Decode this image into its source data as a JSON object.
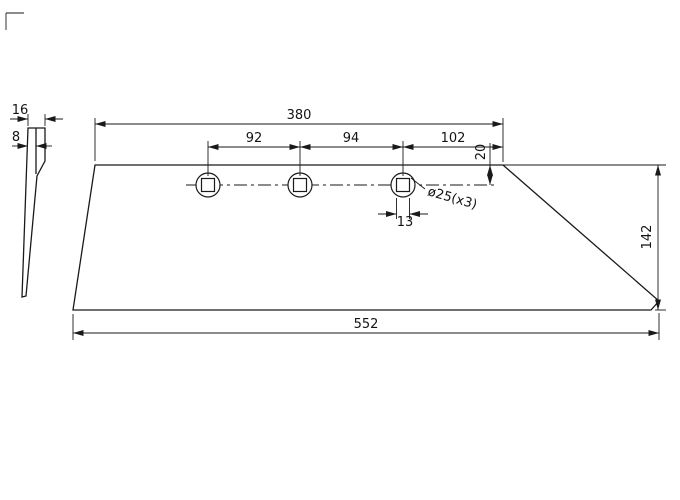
{
  "drawing": {
    "dims": {
      "d380": "380",
      "d92": "92",
      "d94": "94",
      "d102": "102",
      "d20": "20",
      "d142": "142",
      "d552": "552",
      "d13": "13",
      "d16": "16",
      "d8": "8",
      "dia": "ø25(x3)"
    }
  }
}
